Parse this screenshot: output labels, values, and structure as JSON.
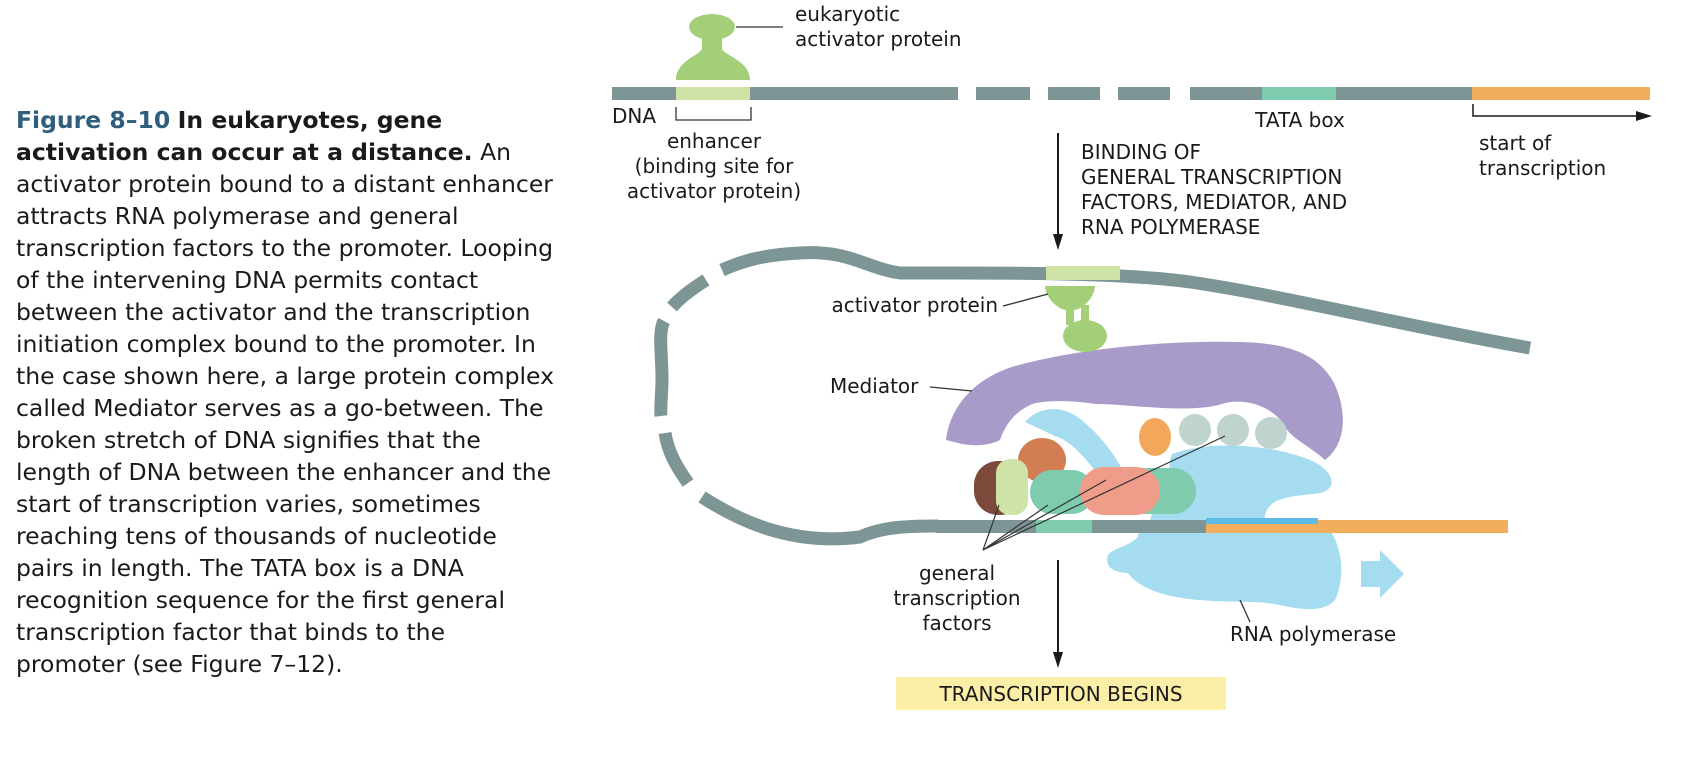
{
  "caption": {
    "figure_number": "Figure 8–10",
    "title": "In eukaryotes, gene activation can occur at a distance.",
    "body": "An activator protein bound to a distant enhancer attracts RNA polymerase and general transcription factors to the promoter. Looping of the intervening DNA permits contact between the activator and the transcription initiation complex bound to the promoter. In the case shown here, a large protein complex called Mediator serves as a go-between. The broken stretch of DNA signifies that the length of DNA between the enhancer and the start of transcription varies, sometimes reaching tens of thousands of nucleotide pairs in length. The TATA box is a DNA recognition sequence for the first general transcription factor that binds to the promoter (see Figure 7–12)."
  },
  "diagram": {
    "top": {
      "activator_label": [
        "eukaryotic",
        "activator protein"
      ],
      "dna_label": "DNA",
      "enhancer_label": [
        "enhancer",
        "(binding site for",
        "activator protein)"
      ],
      "tata_label": "TATA box",
      "start_label": [
        "start of",
        "transcription"
      ]
    },
    "step1_label": [
      "BINDING OF",
      "GENERAL TRANSCRIPTION",
      "FACTORS, MEDIATOR, AND",
      "RNA POLYMERASE"
    ],
    "bottom": {
      "activator_label": "activator protein",
      "mediator_label": "Mediator",
      "gtf_label": [
        "general",
        "transcription",
        "factors"
      ],
      "rnap_label": "RNA polymerase"
    },
    "result_label": "TRANSCRIPTION BEGINS",
    "colors": {
      "dna": "#7e9596",
      "activator": "#a2cf78",
      "enhancer": "#cfe3a6",
      "tata": "#7fcbae",
      "transcribed": "#f2ae5c",
      "mediator": "#a89bc9",
      "rna_polymerase": "#a5dcf0",
      "result_box": "#fbeea6"
    }
  }
}
